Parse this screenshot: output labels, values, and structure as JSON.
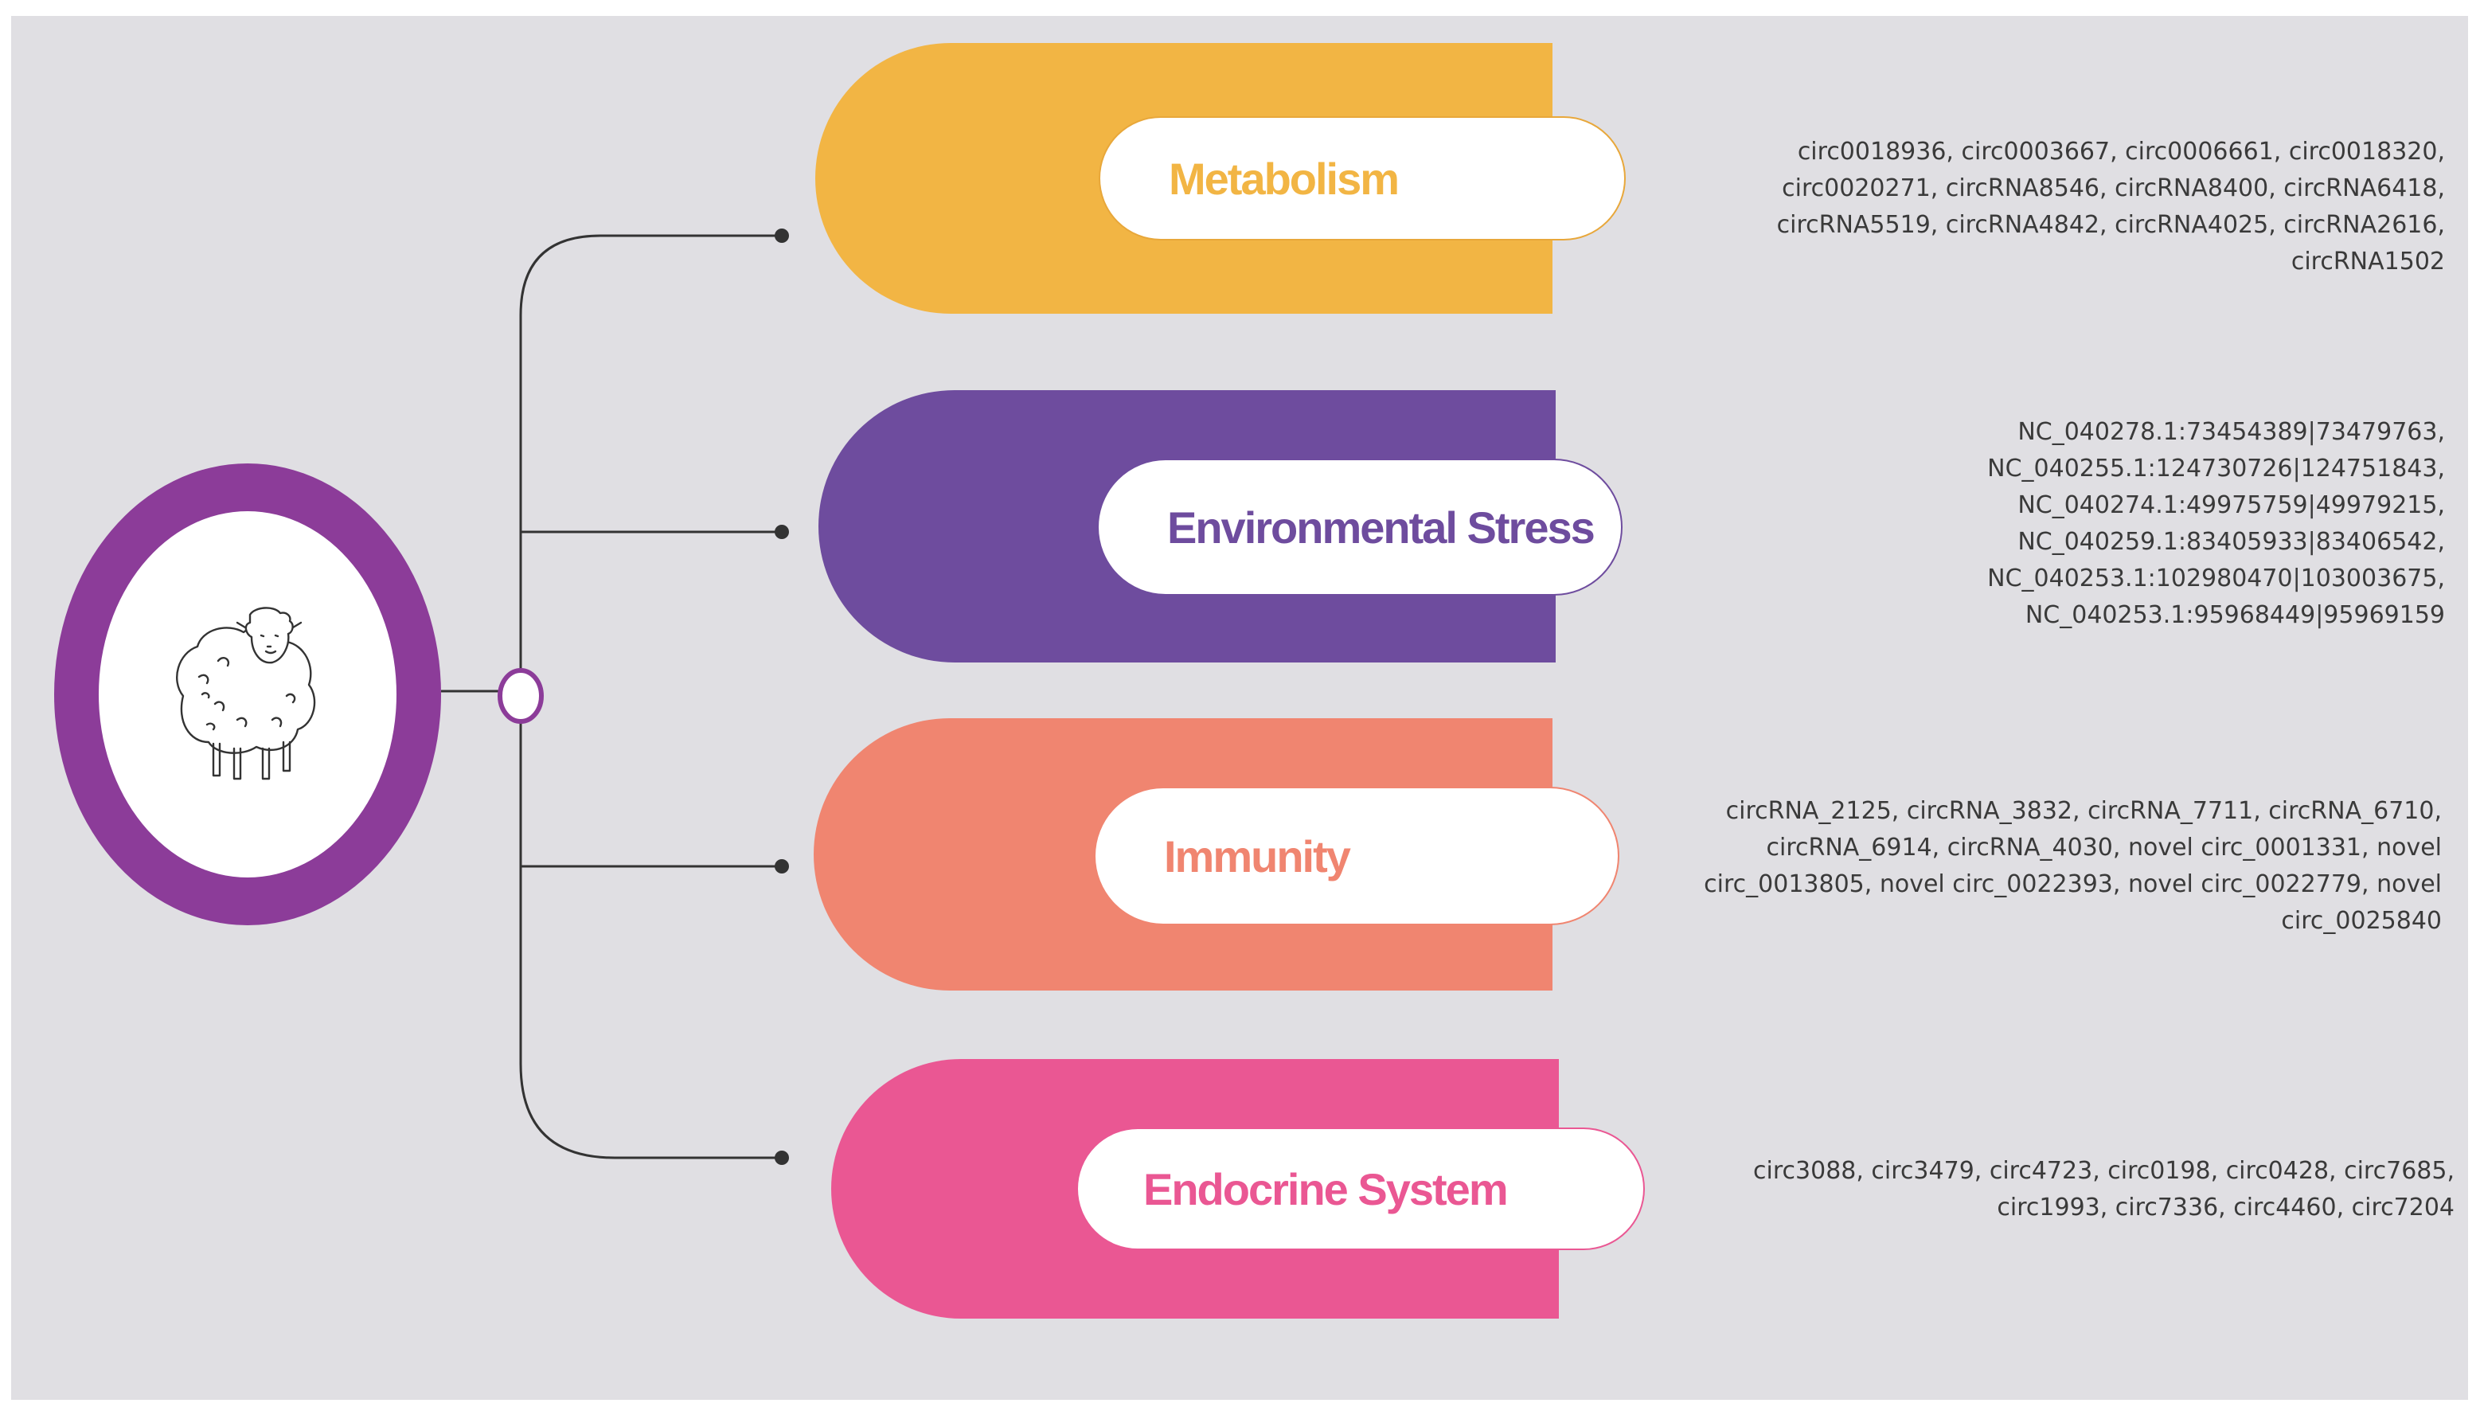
{
  "colors": {
    "background": "#e0dfe3",
    "hub": "#8c3c99",
    "metabolism": "#f2b544",
    "environmental_stress": "#6e4c9e",
    "immunity": "#f08570",
    "endocrine_system": "#ea5793",
    "connector": "#333333",
    "id_text": "#3a3a3a"
  },
  "hub": {
    "icon": "sheep-icon"
  },
  "categories": [
    {
      "key": "metabolism",
      "label": "Metabolism",
      "ids": [
        "circ0018936, circ0003667, circ0006661, circ0018320,",
        "circ0020271, circRNA8546, circRNA8400, circRNA6418,",
        "circRNA5519, circRNA4842, circRNA4025, circRNA2616,",
        "circRNA1502"
      ]
    },
    {
      "key": "environmental_stress",
      "label": "Environmental Stress",
      "ids": [
        "NC_040278.1:73454389|73479763,",
        "NC_040255.1:124730726|124751843,",
        "NC_040274.1:49975759|49979215,",
        "NC_040259.1:83405933|83406542,",
        "NC_040253.1:102980470|103003675,",
        "NC_040253.1:95968449|95969159"
      ]
    },
    {
      "key": "immunity",
      "label": "Immunity",
      "ids": [
        "circRNA_2125, circRNA_3832, circRNA_7711, circRNA_6710,",
        "circRNA_6914, circRNA_4030, novel circ_0001331, novel",
        "circ_0013805, novel circ_0022393, novel circ_0022779, novel",
        "circ_0025840"
      ]
    },
    {
      "key": "endocrine_system",
      "label": "Endocrine System",
      "ids": [
        "circ3088, circ3479, circ4723, circ0198, circ0428, circ7685,",
        "circ1993, circ7336, circ4460, circ7204"
      ]
    }
  ]
}
